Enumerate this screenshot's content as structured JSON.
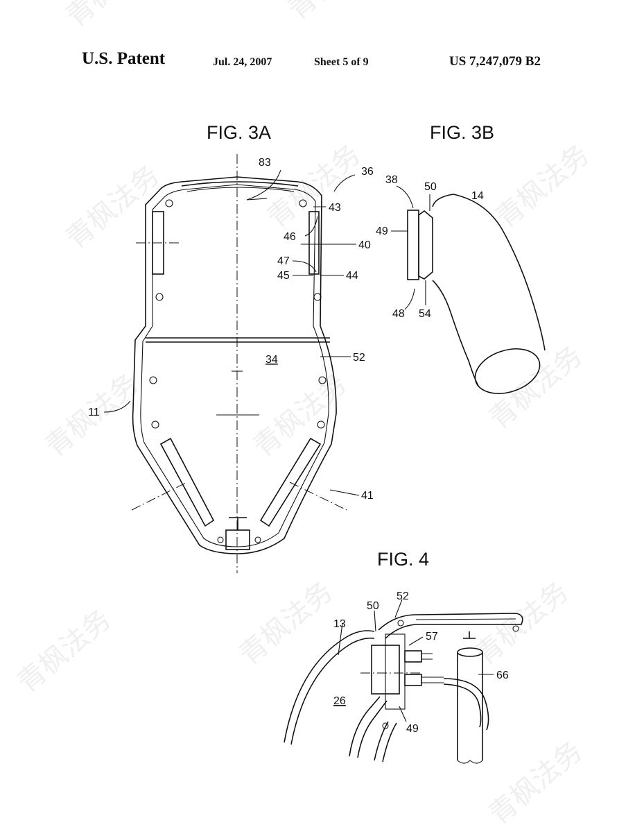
{
  "header": {
    "title": "U.S. Patent",
    "date": "Jul. 24, 2007",
    "sheet": "Sheet 5 of 9",
    "number": "US 7,247,079 B2"
  },
  "figures": {
    "fig3a": {
      "title": "FIG. 3A",
      "labels": {
        "l83": "83",
        "l36": "36",
        "l43": "43",
        "l46": "46",
        "l40": "40",
        "l47": "47",
        "l45": "45",
        "l44": "44",
        "l34": "34",
        "l52": "52",
        "l11": "11",
        "l41": "41"
      }
    },
    "fig3b": {
      "title": "FIG. 3B",
      "labels": {
        "l38": "38",
        "l50": "50",
        "l14": "14",
        "l49": "49",
        "l48": "48",
        "l54": "54"
      }
    },
    "fig4": {
      "title": "FIG. 4",
      "labels": {
        "l52": "52",
        "l50": "50",
        "l13": "13",
        "l57": "57",
        "l66": "66",
        "l26": "26",
        "l49": "49"
      }
    }
  },
  "watermark": {
    "text": "青枫法务"
  }
}
